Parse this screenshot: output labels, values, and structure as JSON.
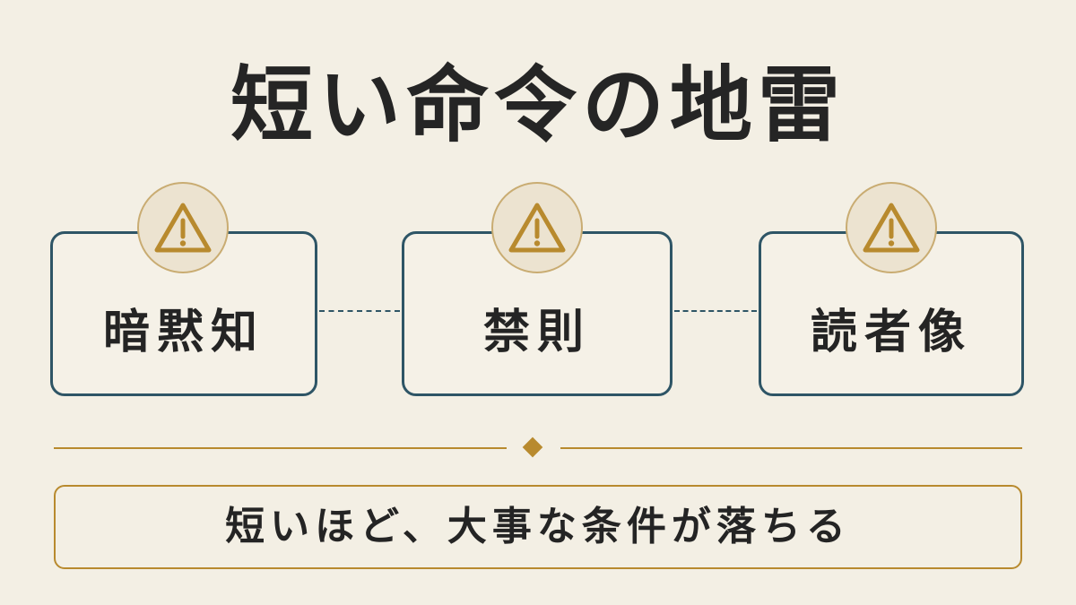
{
  "title": "短い命令の地雷",
  "icon": "warning-triangle-icon",
  "colors": {
    "background": "#f3efe4",
    "card_border": "#2e5566",
    "accent_gold": "#b88a2e",
    "text": "#242424"
  },
  "cards": [
    {
      "label": "暗黙知"
    },
    {
      "label": "禁則"
    },
    {
      "label": "読者像"
    }
  ],
  "caption": "短いほど、大事な条件が落ちる"
}
